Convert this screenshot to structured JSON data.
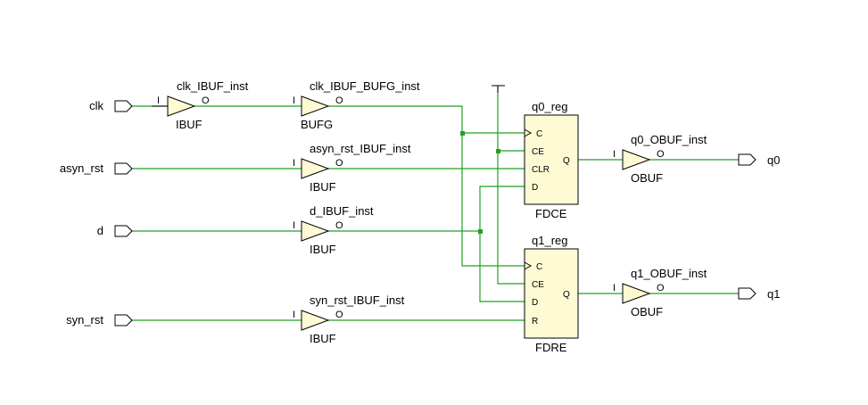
{
  "colors": {
    "wire": "#22a022",
    "cell_fill": "#fefbd4",
    "outline": "#000000"
  },
  "inputs": [
    "clk",
    "asyn_rst",
    "d",
    "syn_rst"
  ],
  "outputs": [
    "q0",
    "q1"
  ],
  "buffers": [
    {
      "instance": "clk_IBUF_inst",
      "type": "IBUF",
      "in_pin": "I",
      "out_pin": "O"
    },
    {
      "instance": "clk_IBUF_BUFG_inst",
      "type": "BUFG",
      "in_pin": "I",
      "out_pin": "O"
    },
    {
      "instance": "asyn_rst_IBUF_inst",
      "type": "IBUF",
      "in_pin": "I",
      "out_pin": "O"
    },
    {
      "instance": "d_IBUF_inst",
      "type": "IBUF",
      "in_pin": "I",
      "out_pin": "O"
    },
    {
      "instance": "syn_rst_IBUF_inst",
      "type": "IBUF",
      "in_pin": "I",
      "out_pin": "O"
    },
    {
      "instance": "q0_OBUF_inst",
      "type": "OBUF",
      "in_pin": "I",
      "out_pin": "O"
    },
    {
      "instance": "q1_OBUF_inst",
      "type": "OBUF",
      "in_pin": "I",
      "out_pin": "O"
    }
  ],
  "registers": [
    {
      "instance": "q0_reg",
      "type": "FDCE",
      "pins": [
        "C",
        "CE",
        "CLR",
        "D"
      ],
      "out_pin": "Q"
    },
    {
      "instance": "q1_reg",
      "type": "FDRE",
      "pins": [
        "C",
        "CE",
        "D",
        "R"
      ],
      "out_pin": "Q"
    }
  ]
}
